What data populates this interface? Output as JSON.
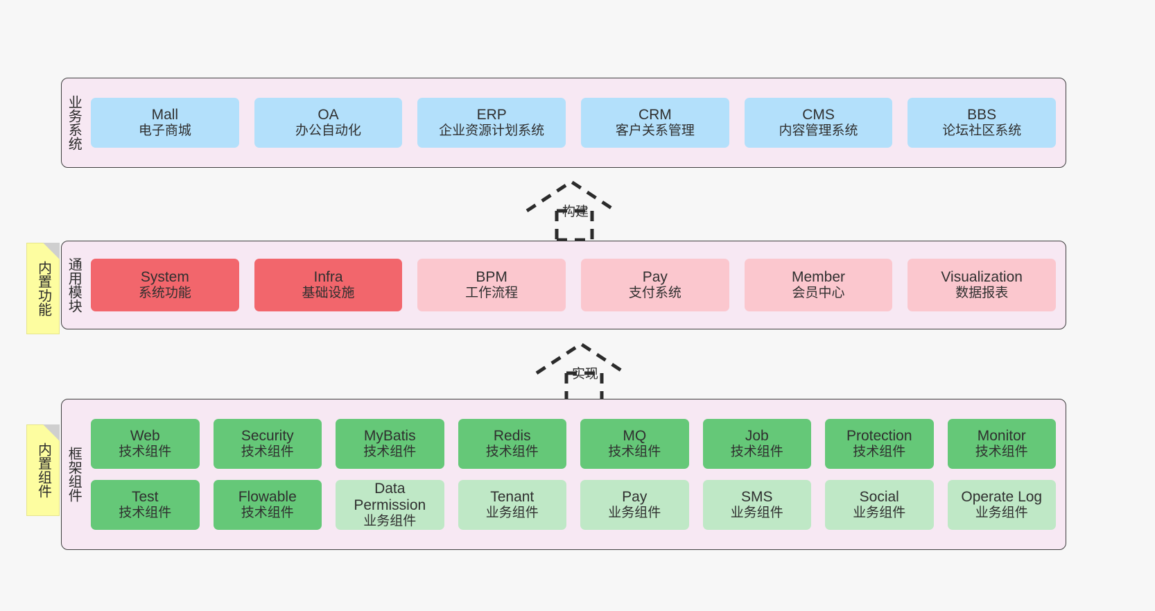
{
  "diagram": {
    "title": "系统架构图",
    "background": "#f7f7f7",
    "band_fill": "#f7e8f3",
    "band_stroke": "#3c3c3c"
  },
  "notes": [
    {
      "name": "builtin-function-note",
      "text": "内置功能",
      "fill": "#fdfda0"
    },
    {
      "name": "builtin-component-note",
      "text": "内置组件",
      "fill": "#fdfda0"
    }
  ],
  "arrows": [
    {
      "name": "build-arrow",
      "label": "构建",
      "style": "dashed-hollow-triangle",
      "direction": "up"
    },
    {
      "name": "implement-arrow",
      "label": "实现",
      "style": "dashed-hollow-triangle",
      "direction": "up"
    }
  ],
  "layers": [
    {
      "name": "business-system-layer",
      "title": "业务系统",
      "color": "#b3e0fb",
      "rows": [
        [
          {
            "t1": "Mall",
            "t2": "电子商城",
            "color": "#b3e0fb"
          },
          {
            "t1": "OA",
            "t2": "办公自动化",
            "color": "#b3e0fb"
          },
          {
            "t1": "ERP",
            "t2": "企业资源计划系统",
            "color": "#b3e0fb"
          },
          {
            "t1": "CRM",
            "t2": "客户关系管理",
            "color": "#b3e0fb"
          },
          {
            "t1": "CMS",
            "t2": "内容管理系统",
            "color": "#b3e0fb"
          },
          {
            "t1": "BBS",
            "t2": "论坛社区系统",
            "color": "#b3e0fb"
          }
        ]
      ]
    },
    {
      "name": "common-module-layer",
      "title": "通用模块",
      "color": "#fbc7ce",
      "rows": [
        [
          {
            "t1": "System",
            "t2": "系统功能",
            "color": "#f2666c"
          },
          {
            "t1": "Infra",
            "t2": "基础设施",
            "color": "#f2666c"
          },
          {
            "t1": "BPM",
            "t2": "工作流程",
            "color": "#fbc7ce"
          },
          {
            "t1": "Pay",
            "t2": "支付系统",
            "color": "#fbc7ce"
          },
          {
            "t1": "Member",
            "t2": "会员中心",
            "color": "#fbc7ce"
          },
          {
            "t1": "Visualization",
            "t2": "数据报表",
            "color": "#fbc7ce"
          }
        ]
      ]
    },
    {
      "name": "framework-component-layer",
      "title": "框架组件",
      "color": "#65c878",
      "rows": [
        [
          {
            "t1": "Web",
            "t2": "技术组件",
            "color": "#65c878"
          },
          {
            "t1": "Security",
            "t2": "技术组件",
            "color": "#65c878"
          },
          {
            "t1": "MyBatis",
            "t2": "技术组件",
            "color": "#65c878"
          },
          {
            "t1": "Redis",
            "t2": "技术组件",
            "color": "#65c878"
          },
          {
            "t1": "MQ",
            "t2": "技术组件",
            "color": "#65c878"
          },
          {
            "t1": "Job",
            "t2": "技术组件",
            "color": "#65c878"
          },
          {
            "t1": "Protection",
            "t2": "技术组件",
            "color": "#65c878"
          },
          {
            "t1": "Monitor",
            "t2": "技术组件",
            "color": "#65c878"
          }
        ],
        [
          {
            "t1": "Test",
            "t2": "技术组件",
            "color": "#65c878"
          },
          {
            "t1": "Flowable",
            "t2": "技术组件",
            "color": "#65c878"
          },
          {
            "t1": "Data Permission",
            "t2": "业务组件",
            "color": "#bfe8c6"
          },
          {
            "t1": "Tenant",
            "t2": "业务组件",
            "color": "#bfe8c6"
          },
          {
            "t1": "Pay",
            "t2": "业务组件",
            "color": "#bfe8c6"
          },
          {
            "t1": "SMS",
            "t2": "业务组件",
            "color": "#bfe8c6"
          },
          {
            "t1": "Social",
            "t2": "业务组件",
            "color": "#bfe8c6"
          },
          {
            "t1": "Operate Log",
            "t2": "业务组件",
            "color": "#bfe8c6"
          }
        ]
      ]
    }
  ]
}
